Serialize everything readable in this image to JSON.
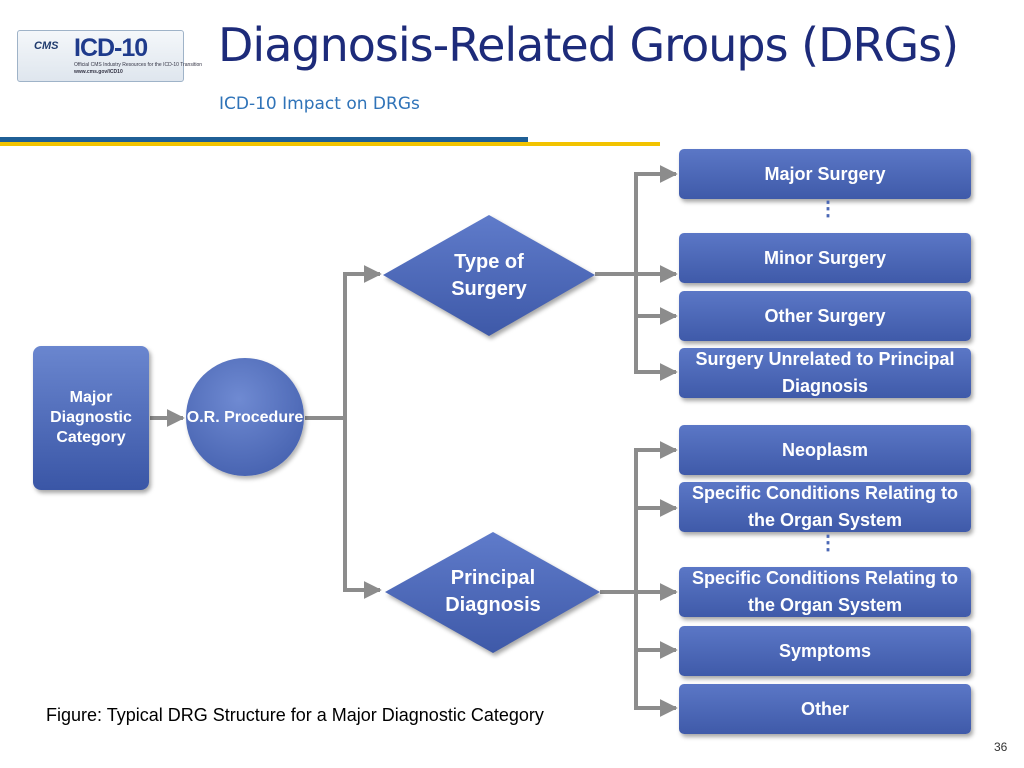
{
  "header": {
    "title": "Diagnosis-Related Groups (DRGs)",
    "subtitle": "ICD-10 Impact on DRGs"
  },
  "logo": {
    "cms": "CMS",
    "brand": "ICD-10",
    "line1": "Official CMS Industry Resources for the ICD-10 Transition",
    "line2": "www.cms.gov/ICD10"
  },
  "diagram": {
    "root": "Major Diagnostic Category",
    "procedure": "O.R. Procedure",
    "branch_surgery": "Type of Surgery",
    "branch_diagnosis": "Principal Diagnosis",
    "surgery_outcomes": [
      "Major Surgery",
      "Minor Surgery",
      "Other Surgery",
      "Surgery Unrelated to Principal Diagnosis"
    ],
    "diagnosis_outcomes": [
      "Neoplasm",
      "Specific Conditions Relating to the Organ System",
      "Specific Conditions Relating to the Organ System",
      "Symptoms",
      "Other"
    ],
    "ellipsis": "⋮"
  },
  "caption": "Figure: Typical DRG Structure for a Major Diagnostic Category",
  "page_number": "36",
  "colors": {
    "title": "#1d2b7a",
    "subtitle": "#2f73b8",
    "node_fill": "#4a67b5",
    "connector": "#8c8c8c",
    "rule_blue": "#1f5f96",
    "rule_gold": "#f2c300"
  }
}
